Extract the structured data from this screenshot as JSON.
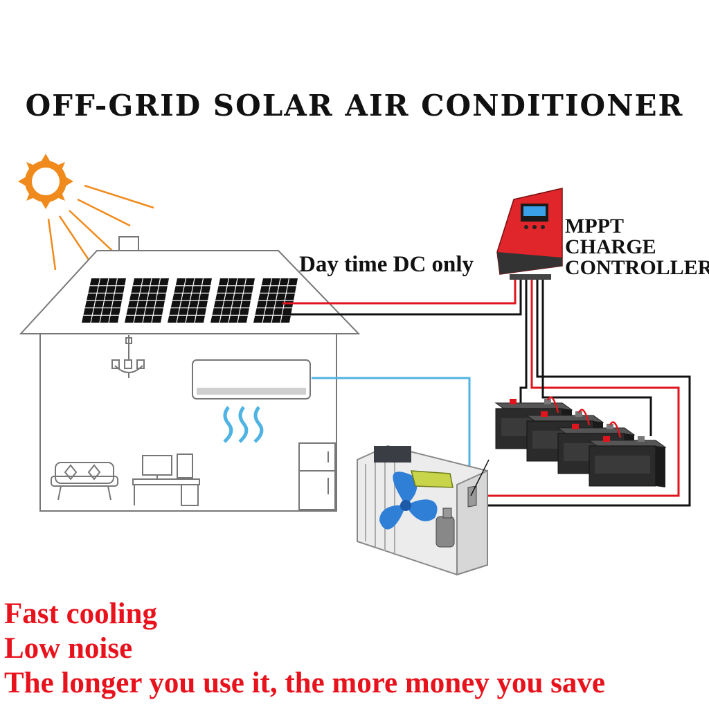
{
  "title": "OFF-GRID SOLAR AIR CONDITIONER",
  "labels": {
    "day_time": "Day time DC only",
    "controller_line1": "MPPT",
    "controller_line2": "CHARGE",
    "controller_line3": "CONTROLLER"
  },
  "features": [
    "Fast cooling",
    "Low noise",
    "The longer you use it, the more money you save"
  ],
  "colors": {
    "sun": "#f08a1c",
    "controller_red": "#e0252b",
    "wire_red": "#e0141c",
    "wire_black": "#111111",
    "refrigerant_line": "#4fb3e3",
    "feature_text": "#e8121c"
  },
  "components": {
    "panels": 5,
    "batteries": 4
  }
}
